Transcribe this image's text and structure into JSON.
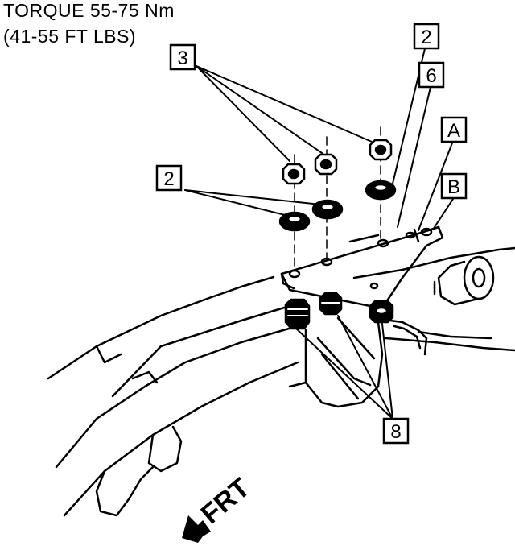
{
  "heading": {
    "torque_line": "TORQUE 55-75 Nm",
    "torque_ftlbs": "(41-55 FT LBS)"
  },
  "callouts": {
    "c3": "3",
    "c2_top": "2",
    "c6": "6",
    "cA": "A",
    "cB": "B",
    "c2_left": "2",
    "c8": "8"
  },
  "direction": {
    "label": "FRT"
  }
}
